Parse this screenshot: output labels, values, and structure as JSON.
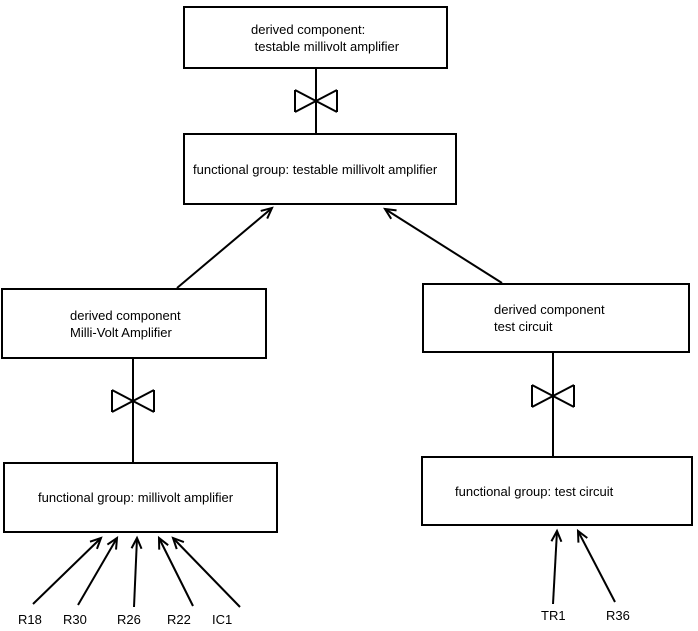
{
  "diagram": {
    "background": "#ffffff",
    "stroke_color": "#000000",
    "nodes": {
      "top_derived": {
        "line1": "derived component:",
        "line2": " testable millivolt amplifier"
      },
      "top_functional": {
        "label": "functional group: testable millivolt amplifier"
      },
      "left_derived": {
        "line1": "derived component",
        "line2": "Milli-Volt Amplifier"
      },
      "left_functional": {
        "label": "functional group: millivolt amplifier"
      },
      "right_derived": {
        "line1": "derived component",
        "line2": "test circuit"
      },
      "right_functional": {
        "label": "functional group: test circuit"
      }
    },
    "component_labels": {
      "left": [
        "R18",
        "R30",
        "R26",
        "R22",
        "IC1"
      ],
      "right": [
        "TR1",
        "R36"
      ]
    }
  }
}
